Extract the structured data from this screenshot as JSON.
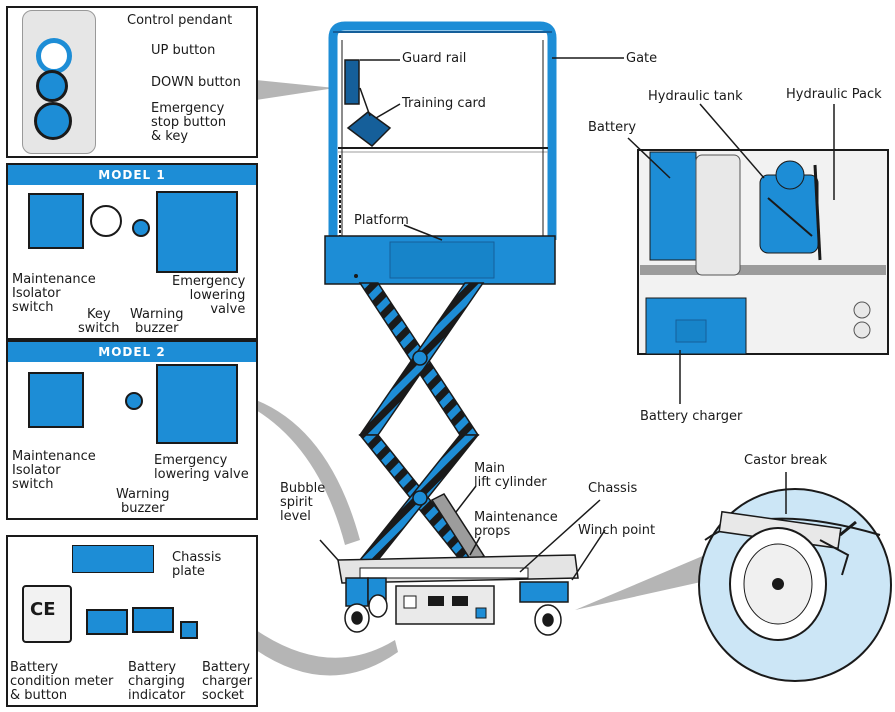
{
  "colors": {
    "accent": "#1d8dd6",
    "dark_blue": "#155f9a",
    "stripe": "#1a1a1a",
    "grey": "#b5b5b5"
  },
  "pendant": {
    "title": "Control pendant",
    "up": "UP button",
    "down": "DOWN button",
    "estop": "Emergency\nstop button\n& key"
  },
  "model1": {
    "heading": "MODEL 1",
    "isolator": "Maintenance\nIsolator\nswitch",
    "key": "Key\nswitch",
    "buzzer": "Warning\nbuzzer",
    "valve": "Emergency\nlowering\nvalve"
  },
  "model2": {
    "heading": "MODEL 2",
    "isolator": "Maintenance\nIsolator\nswitch",
    "buzzer": "Warning\nbuzzer",
    "valve": "Emergency\nlowering valve"
  },
  "chassis_panel": {
    "plate": "Chassis plate",
    "meter": "Battery\ncondition meter\n& button",
    "indicator": "Battery\ncharging\nindicator",
    "socket": "Battery\ncharger\nsocket",
    "ce_mark": "CE"
  },
  "machine": {
    "guard_rail": "Guard rail",
    "training_card": "Training card",
    "gate": "Gate",
    "platform": "Platform",
    "main_lift_cylinder": "Main\nlift cylinder",
    "bubble_level": "Bubble\nspirit\nlevel",
    "maintenance_props": "Maintenance\nprops",
    "chassis": "Chassis",
    "winch_point": "Winch point"
  },
  "hydraulics": {
    "battery": "Battery",
    "hydraulic_tank": "Hydraulic tank",
    "hydraulic_pack": "Hydraulic Pack",
    "battery_charger": "Battery charger"
  },
  "castor": {
    "label": "Castor break"
  }
}
